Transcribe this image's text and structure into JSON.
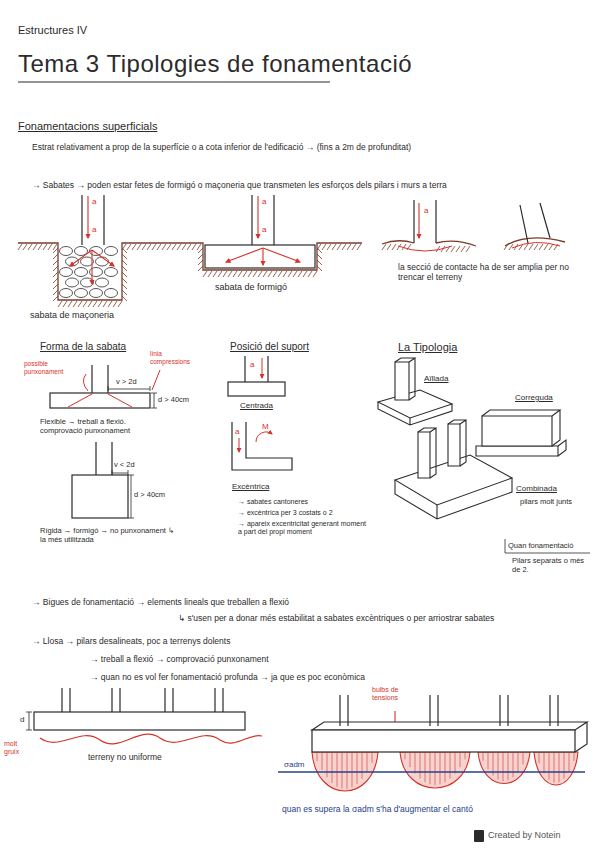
{
  "diagram": {
    "title": "Tema 3 Tipologies de fonamentació",
    "labels": [
      "Estructures IV",
      "Fonamentacions superficials",
      "Estrat relativament a prop de la superfície o a cota inferior de l'edificació → (fins a 2m de profunditat)",
      "→ Sabates → poden estar fetes de formigó o maçoneria que transmeten les esforços dels pilars i murs a terra",
      "a",
      "a",
      "a",
      "a",
      "a",
      "sabata de maçoneria",
      "sabata de formigó",
      "la secció de contacte ha de ser amplia per no trencar el terreny",
      "Forma de la sabata",
      "possible punxonament",
      "línia compressions",
      "v > 2d",
      "d > 40cm",
      "Flexible → treball a flexió. comprovació punxonament",
      "v < 2d",
      "d > 40cm",
      "Rígida → formigó → no punxonament ↳ la més utilitzada",
      "Posició del suport",
      "a",
      "Centrada",
      "a",
      "M",
      "Excèntrica",
      "→ sabates cantoneres",
      "→ excèntrica per 3 costats o 2",
      "→ apareix excentricitat generant moment a part del propi moment",
      "La Tipologia",
      "Aïllada",
      "Correguda",
      "Combinada",
      "pilars molt junts",
      "Quan fonamentació",
      "Pilars separats o més de 2.",
      "→ Bigues de fonamentació → elements lineals que treballen a flexió",
      "↳ s'usen per a donar més estabilitat a sabates excèntriques o per arriostrar sabates",
      "→ Llosa → pilars desalineats, poc a terrenys dolents",
      "→ treball a flexió → comprovació punxonament",
      "→ quan no es vol fer fonamentació profunda → ja que es poc econòmica",
      "d",
      "molt gruix",
      "terreny no uniforme",
      "bulbs de tensions",
      "σadm",
      "quan es supera la σadm s'ha d'augmentar el cantó",
      "Created by Notein"
    ]
  }
}
